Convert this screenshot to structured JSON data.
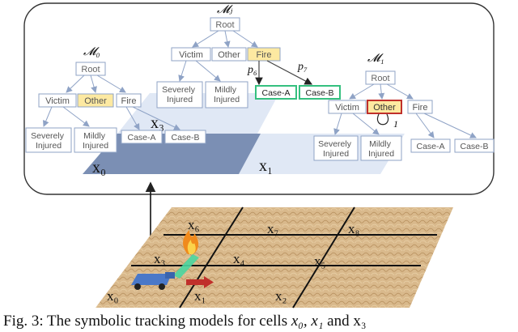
{
  "models": {
    "m0": {
      "label": "𝓜₀",
      "root": "Root",
      "level1": [
        "Victim",
        "Other",
        "Fire"
      ],
      "level2_victim": [
        "Severely Injured",
        "Mildly Injured"
      ],
      "level2_fire": [
        "Case-A",
        "Case-B"
      ],
      "highlight": "Other"
    },
    "mj": {
      "label": "𝓜ⱼ",
      "root": "Root",
      "level1": [
        "Victim",
        "Other",
        "Fire"
      ],
      "level2_victim": [
        "Severely Injured",
        "Mildly Injured"
      ],
      "level2_fire": [
        "Case-A",
        "Case-B"
      ],
      "highlight": "Fire",
      "prob_a": "p₆",
      "prob_b": "p₇"
    },
    "m1": {
      "label": "𝓜₁",
      "root": "Root",
      "level1": [
        "Victim",
        "Other",
        "Fire"
      ],
      "level2_victim": [
        "Severely Injured",
        "Mildly Injured"
      ],
      "level2_fire": [
        "Case-A",
        "Case-B"
      ],
      "highlight": "Other",
      "self_loop": "1"
    }
  },
  "planes": [
    "x₀",
    "x₁",
    "x₃"
  ],
  "grid_cells": [
    "x₀",
    "x₁",
    "x₂",
    "x₃",
    "x₄",
    "x₅",
    "x₆",
    "x₇",
    "x₈"
  ],
  "caption": {
    "prefix": "Fig.  3:  The  symbolic  tracking  models  for  cells",
    "cells": "x₀, x₁",
    "suffix": "and  x₃"
  },
  "colors": {
    "node_border": "#8fa3c6",
    "highlight_fill": "#fde9a1",
    "highlight_border": "#c0302b",
    "case_border": "#35c07f",
    "plane_light": "#dde6f4",
    "plane_dark": "#7b8fb4",
    "terrain": "#d9b98c",
    "fire": "#f08a1c",
    "robot": "#4a78c8"
  }
}
